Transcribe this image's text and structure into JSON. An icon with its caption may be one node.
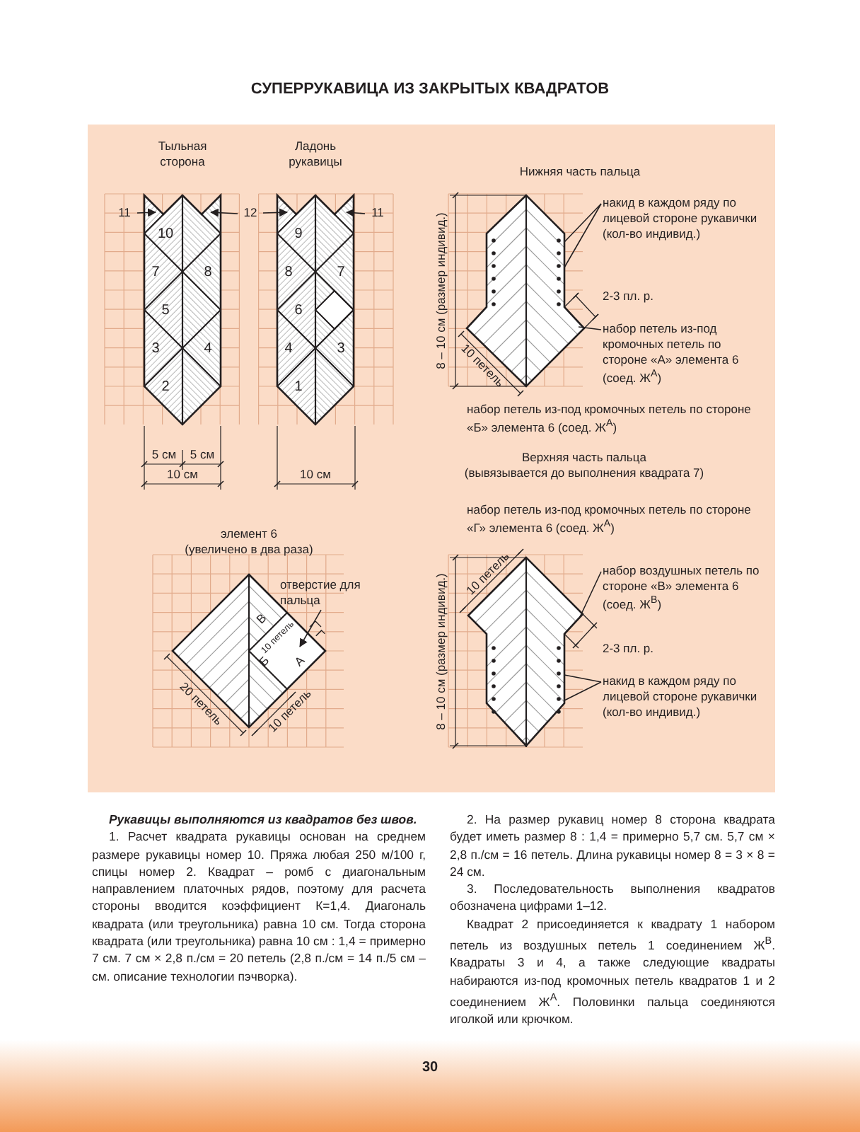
{
  "diagram": {
    "title": "СУПЕРРУКАВИЦА ИЗ ЗАКРЫТЫХ КВАДРАТОВ",
    "nodes": [
      {
        "text": [
          "11"
        ]
      },
      {
        "text": [
          "12"
        ]
      },
      {
        "text": [
          "11"
        ]
      },
      {
        "text": [
          "накид в каждом ряду по лицевой стороне рукавички (кол-во индивид.)"
        ]
      },
      {
        "text": [
          "набор петель из-под кромочных петель по стороне «А» элемента 6 (соед. Ж$^{А}$)"
        ]
      },
      {
        "text": [
          "отверстие для пальца"
        ]
      },
      {
        "text": [
          "набор воздушных петель по стороне «В» элемента 6 (соед. Ж$^{В}$)"
        ]
      },
      {
        "text": [
          "накид в каждом ряду по лицевой стороне рукавички (кол-во индивид.)"
        ]
      },
      {
        "text": [],
        "shape": "picture",
        "beside": [
          "Тыльная сторона"
        ]
      },
      {
        "text": [],
        "shape": "picture",
        "beside": [
          "Ладонь рукавицы"
        ]
      },
      {
        "text": [],
        "shape": "picture",
        "beside": [
          "Нижняя часть пальца"
        ]
      },
      {
        "text": [],
        "shape": "picture",
        "beside": [
          "элемент 6 (увеличено в два раза)"
        ]
      },
      {
        "text": [],
        "shape": "picture"
      }
    ],
    "edges": [
      {
        "from": 0,
        "to": 8,
        "arrow": "to"
      },
      {
        "from": 1,
        "to": 8,
        "arrow": "to"
      },
      {
        "from": 1,
        "to": 9,
        "arrow": "to"
      },
      {
        "from": 2,
        "to": 9,
        "arrow": "to"
      },
      {
        "from": 3,
        "to": 10,
        "arrow": "none"
      },
      {
        "from": 3,
        "to": 10,
        "arrow": "none"
      },
      {
        "from": 4,
        "to": 10,
        "arrow": "none"
      },
      {
        "from": 5,
        "to": 11,
        "arrow": "to"
      },
      {
        "from": 6,
        "to": 12,
        "arrow": "none"
      },
      {
        "from": 7,
        "to": 12,
        "arrow": "none"
      },
      {
        "from": 7,
        "to": 12,
        "arrow": "none"
      }
    ],
    "labels": [
      "10",
      "7",
      "8",
      "5",
      "3",
      "4",
      "2",
      "9",
      "8",
      "7",
      "6",
      "4",
      "3",
      "1",
      "2-3 пл. р.",
      "8 – 10 см (размер индивид.)",
      "10 петель",
      "набор петель из-под кромочных петель по стороне «Б» элемента 6 (соед. Ж$^{А}$)",
      "5 см",
      "5 см",
      "10 см",
      "10 см",
      "Верхняя часть пальца (вывязывается до выполнения квадрата 7)",
      "набор петель из-под кромочных петель по стороне «Г» элемента 6 (соед. Ж$^{А}$)",
      "В",
      "10 петель",
      "Б",
      "А",
      "Г",
      "20 петель",
      "10 петель",
      "10 петель",
      "8 – 10 см (размер индивид.)",
      "2-3 пл. р.",
      "Рукавицы выполняются из квадратов без швов.",
      "1. Расчет квадрата рукавицы основан на среднем размере рукавицы номер 10. Пряжа любая 250 м/100 г, спицы номер 2. Квадрат – ромб с диагональным направлением платочных рядов, поэтому для расчета стороны вводится коэффициент К=1,4. Диагональ квадрата (или треугольника) равна 10 см. Тогда сторона квадрата (или треугольника) равна 10 см : 1,4 = примерно 7 см. 7 см × 2,8 п./см = 20 петель (2,8 п./см = 14 п./5 см – см. описание технологии пэчворка).",
      "2. На размер рукавиц номер 8 сторона квадрата будет иметь размер 8 : 1,4 = примерно 5,7 см. 5,7 см × 2,8 п./см = 16 петель. Длина рукавицы номер 8 = 3 × 8 = 24 см.",
      "3. Последовательность выполнения квадратов обозначена цифрами 1–12.",
      "Квадрат 2 присоединяется к квадрату 1 набором петель из воздушных петель 1 соединением Ж$^{В}$. Квадраты 3 и 4, а также следующие квадраты набираются из-под кромочных петель квадратов 1 и 2 соединением Ж$^{А}$. Половинки пальца соединяются иголкой или крючком.",
      "30"
    ]
  }
}
